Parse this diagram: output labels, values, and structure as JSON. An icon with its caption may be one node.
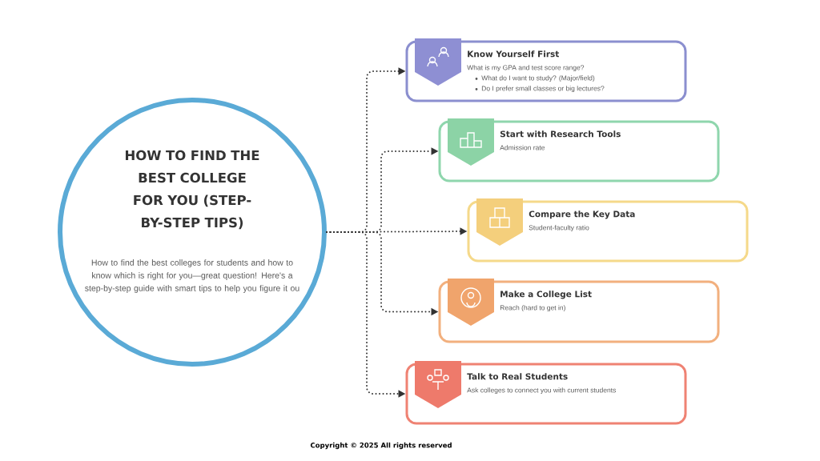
{
  "diagram": {
    "nodes": [
      {
        "text": [
          "HOW TO FIND THE BEST COLLEGE FOR YOU (STEP-BY-STEP TIPS)",
          "How to find the best colleges for students and how to know which is right for you—great question! Here's a step-by-step guide with smart tips to help you figure it ou"
        ]
      },
      {
        "text": [
          "Know Yourself First",
          "What is my GPA and test score range?",
          "What do I want to study? (Major/field)",
          "Do I prefer small classes or big lectures?"
        ]
      },
      {
        "text": [
          "Start with Research Tools",
          "Admission rate"
        ]
      },
      {
        "text": [
          "Compare the Key Data",
          "Student-faculty ratio"
        ]
      },
      {
        "text": [
          "Make a College List",
          "Reach (hard to get in)"
        ]
      },
      {
        "text": [
          "Talk to Real Students",
          "Ask colleges to connect you with current students"
        ]
      }
    ],
    "edges": [
      {
        "from": 0,
        "to": 1,
        "arrow": "to"
      },
      {
        "from": 0,
        "to": 2,
        "arrow": "to"
      },
      {
        "from": 0,
        "to": 3,
        "arrow": "to"
      },
      {
        "from": 0,
        "to": 4,
        "arrow": "to"
      },
      {
        "from": 0,
        "to": 5,
        "arrow": "to"
      }
    ],
    "labels": [
      "Copyright © 2025 All rights reserved"
    ]
  }
}
